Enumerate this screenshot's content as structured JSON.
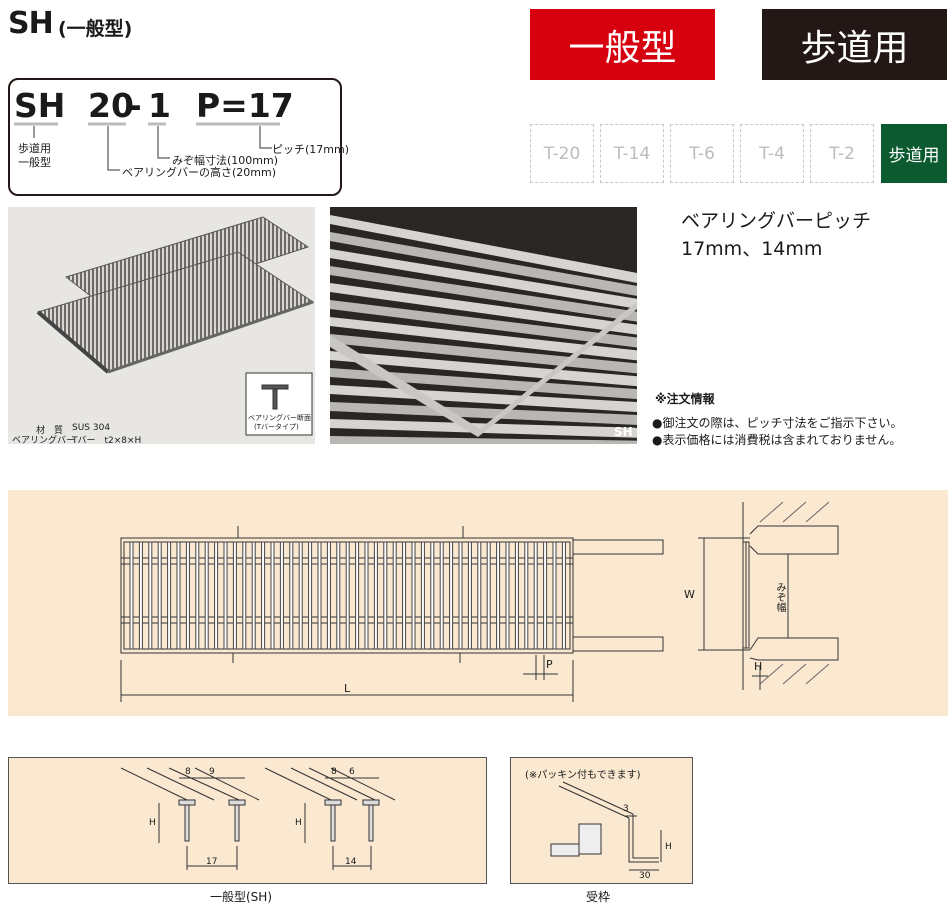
{
  "title": {
    "main": "SH",
    "sub": "(一般型)"
  },
  "badges": {
    "type": "一般型",
    "use": "歩道用"
  },
  "code": {
    "series": "SH",
    "height": "20",
    "dash": "-",
    "width": "1",
    "pitch": "P=17",
    "series_note_1": "歩道用",
    "series_note_2": "一般型",
    "pitch_note": "ピッチ(17mm)",
    "width_note": "みぞ幅寸法(100mm)",
    "height_note": "ベアリングバーの高さ(20mm)"
  },
  "load_classes": {
    "items": [
      "T-20",
      "T-14",
      "T-6",
      "T-4",
      "T-2"
    ],
    "active": "歩道用"
  },
  "photo1": {
    "material_label": "材　質",
    "material_value": "SUS 304",
    "bar_label": "ベアリングバー",
    "bar_value": "Tバー　t2×8×H",
    "section_label_1": "ベアリングバー断面",
    "section_label_2": "(Tバータイプ)"
  },
  "photo2": {
    "label": "SH"
  },
  "spec": {
    "pitch_title": "ベアリングバーピッチ",
    "pitch_value": "17mm、14mm"
  },
  "notes": {
    "title": "※注文情報",
    "lines": [
      "●御注文の際は、ピッチ寸法をご指示下さい。",
      "●表示価格には消費税は含まれておりません。"
    ]
  },
  "diagram": {
    "length": "L",
    "pitch": "P",
    "width": "W",
    "groove": "みぞ幅",
    "height": "H"
  },
  "section_sh": {
    "a_top": "8",
    "a_gap": "9",
    "a_pitch": "17",
    "b_top": "8",
    "b_gap": "6",
    "b_pitch": "14",
    "height": "H",
    "caption": "一般型(SH)"
  },
  "section_frame": {
    "note": "(※パッキン付もできます)",
    "thickness": "3",
    "width": "30",
    "height": "H",
    "caption": "受枠"
  }
}
